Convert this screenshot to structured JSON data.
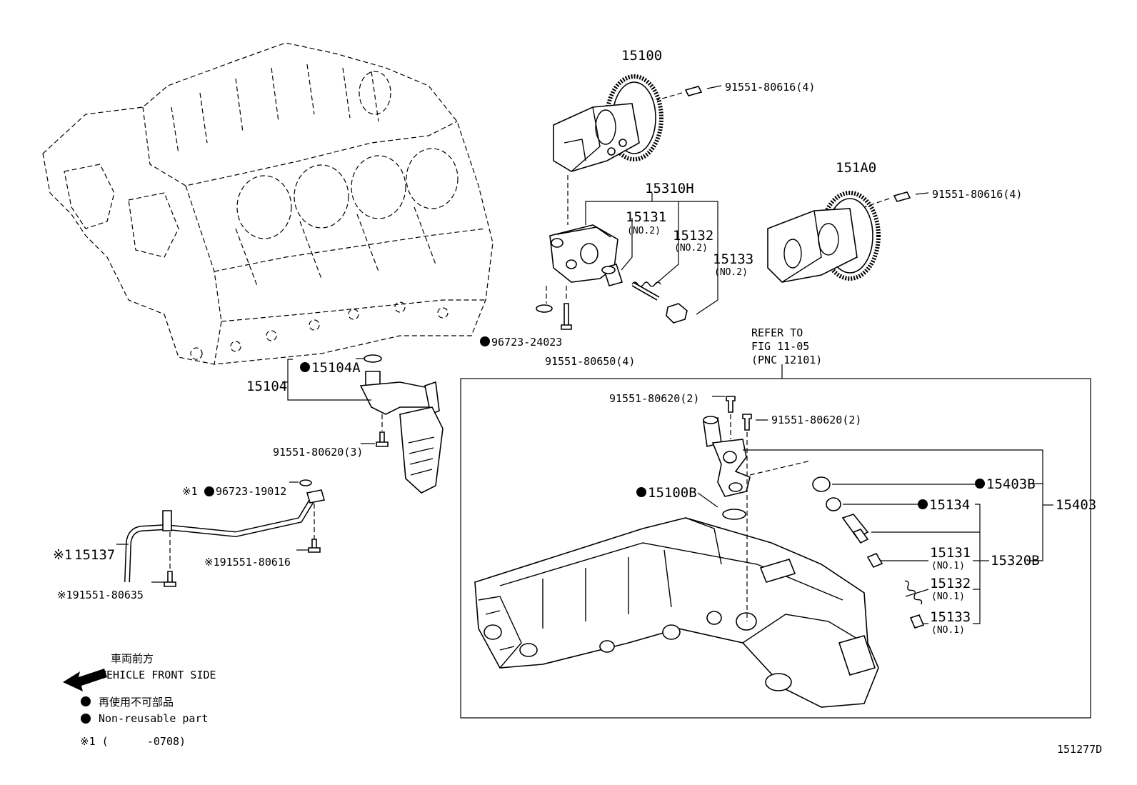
{
  "labels": {
    "p15100": "15100",
    "bolt_top_right": "91551-80616(4)",
    "p151A0": "151A0",
    "bolt_151A0": "91551-80616(4)",
    "p15310H": "15310H",
    "p15131_no2": "15131",
    "no2_a": "(NO.2)",
    "p15132_no2": "15132",
    "no2_b": "(NO.2)",
    "p15133_no2": "15133",
    "no2_c": "(NO.2)",
    "oring_24023": "96723-24023",
    "bolt_80650": "91551-80650(4)",
    "refer_line1": "REFER TO",
    "refer_line2": "FIG 11-05",
    "refer_line3": "(PNC 12101)",
    "p15104A": "15104A",
    "p15104": "15104",
    "bolt_80620_3": "91551-80620(3)",
    "oring_19012_prefix": "※1",
    "oring_19012": "96723-19012",
    "p15137_prefix": "※1",
    "p15137": "15137",
    "bolt_80616_single": "※191551-80616",
    "bolt_80635": "※191551-80635",
    "bolt_80620_2a": "91551-80620(2)",
    "bolt_80620_2b": "91551-80620(2)",
    "p15100B": "15100B",
    "p15403B": "15403B",
    "p15403": "15403",
    "p15134": "15134",
    "p15131_no1": "15131",
    "no1_a": "(NO.1)",
    "p15320B": "15320B",
    "p15132_no1": "15132",
    "no1_b": "(NO.1)",
    "p15133_no1": "15133",
    "no1_c": "(NO.1)",
    "front_jp": "車両前方",
    "front_en": "VEHICLE FRONT SIDE",
    "nonreuse_jp": "再使用不可部品",
    "nonreuse_en": "Non-reusable part",
    "note1": "※1 (      -0708)",
    "figure_id": "151277D"
  },
  "colors": {
    "ink": "#000000",
    "paper": "#ffffff"
  },
  "icons": {
    "non_reusable": "filled-circle-icon",
    "front_arrow": "arrow-left-icon"
  }
}
